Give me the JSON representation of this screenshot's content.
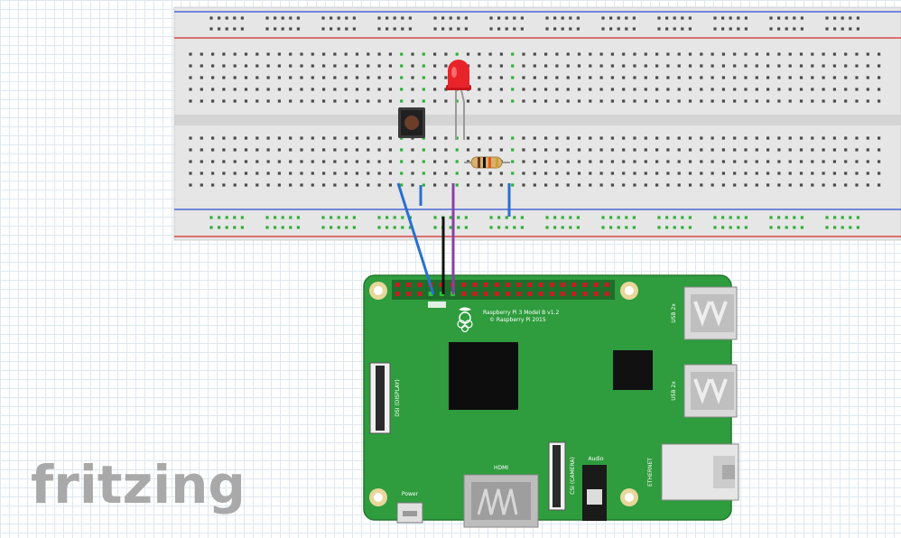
{
  "app": {
    "logo_text": "fritzing"
  },
  "board": {
    "model_line1": "Raspberry Pi 3 Model B v1.2",
    "model_line2": "© Raspberry Pi 2015",
    "usb_label": "USB 2x",
    "ethernet_label": "ETHERNET",
    "hdmi_label": "HDMI",
    "audio_label": "Audio",
    "power_label": "Power",
    "display_label": "DSI (DISPLAY)",
    "camera_label": "CSI (CAMERA)"
  },
  "colors": {
    "board_green": "#2f9c3e",
    "wire_blue": "#2a6fd1",
    "wire_black": "#111111",
    "wire_purple": "#8a3fa8",
    "led_red": "#e8242b",
    "breadboard": "#e6e6e6",
    "rail_red": "#d94848",
    "rail_blue": "#4a66d8"
  },
  "components": {
    "led_color": "red",
    "resistor": "resistor",
    "button": "pushbutton"
  }
}
